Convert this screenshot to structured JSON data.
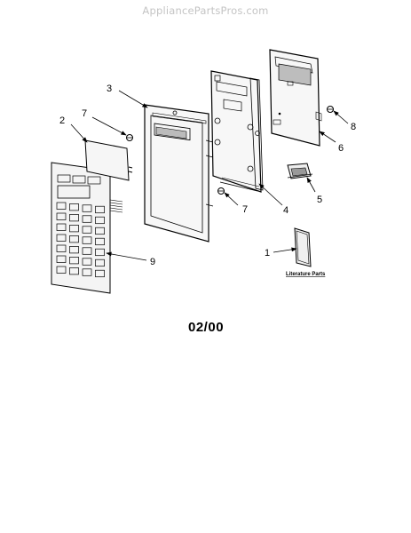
{
  "watermark": "AppliancePartsPros.com",
  "revision_date": "02/00",
  "literature_label": "Literature Parts",
  "callouts": {
    "c1": "1",
    "c2": "2",
    "c3": "3",
    "c4": "4",
    "c5": "5",
    "c6": "6",
    "c7a": "7",
    "c7b": "7",
    "c8": "8",
    "c9": "9"
  }
}
